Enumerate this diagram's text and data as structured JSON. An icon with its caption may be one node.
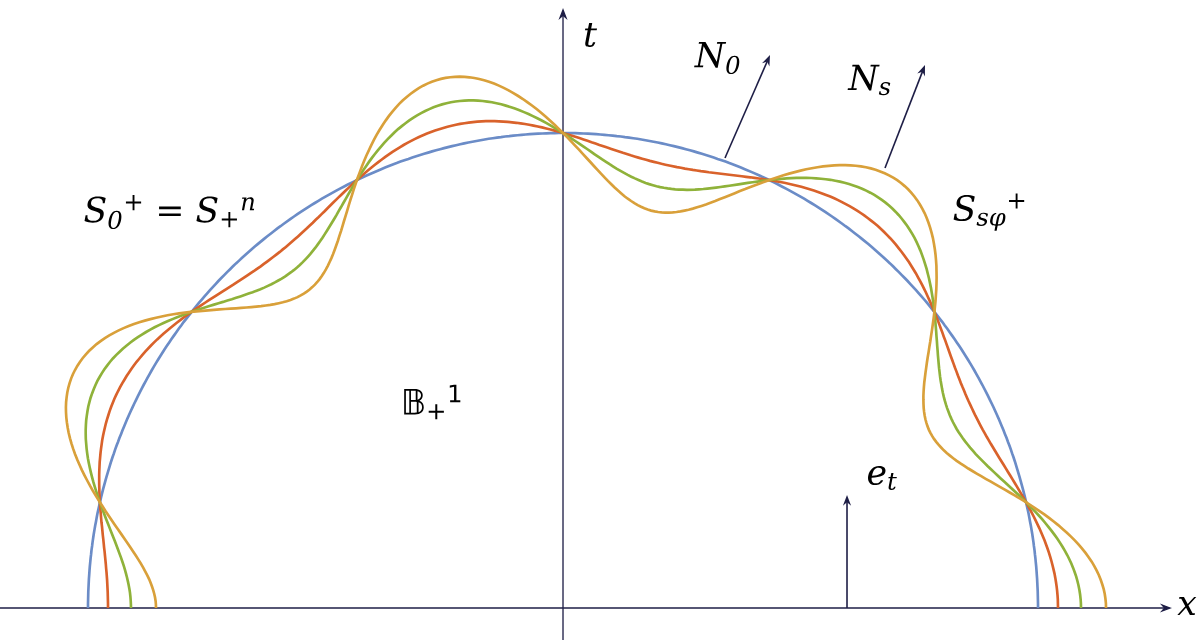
{
  "diagram": {
    "labels": [
      "t",
      "N$_{0}$",
      "N$_{s}$",
      "S$_{0}$$^{+}$ = S$_{+}$$^{n}$",
      "S$_{sφ}$$^{+}$",
      "𝔹$_{+}$$^{1}$",
      "e$_{t}$",
      "x"
    ]
  }
}
